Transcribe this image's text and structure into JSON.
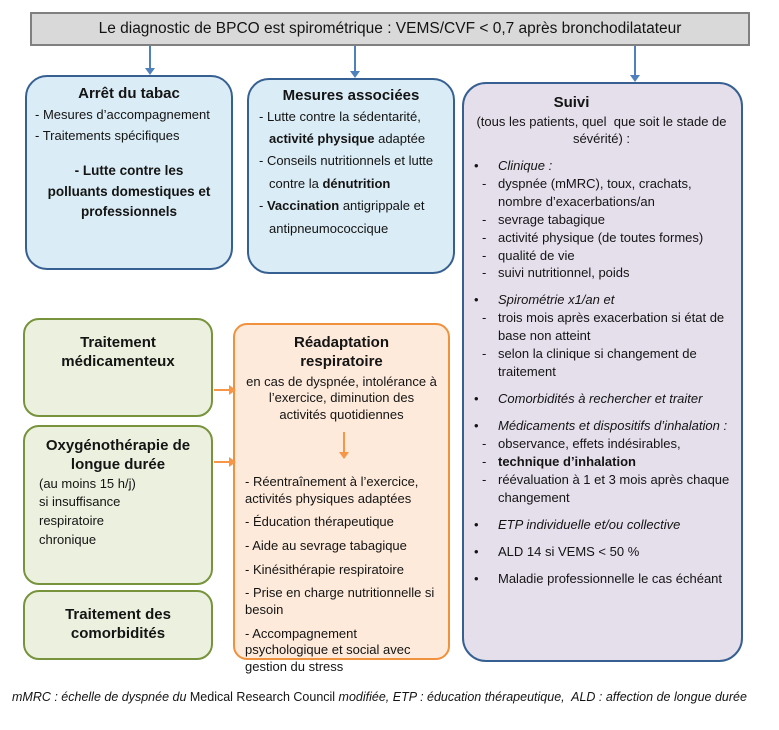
{
  "header": {
    "title": "Le diagnostic de BPCO est spirométrique : VEMS/CVF < 0,7 après bronchodilatateur"
  },
  "boxes": {
    "tabac": {
      "title": "Arrêt du tabac",
      "items": [
        "- Mesures d’accompagnement",
        "- Traitements spécifiques"
      ],
      "highlight": "- Lutte contre les polluants domestiques et professionnels"
    },
    "mesures": {
      "title": "Mesures associées",
      "items": [
        {
          "pre": "- Lutte contre la sédentarité, ",
          "bold": "activité physique",
          "post": " adaptée"
        },
        {
          "pre": "- Conseils nutritionnels et lutte contre la ",
          "bold": "dénutrition",
          "post": ""
        },
        {
          "pre": "- ",
          "bold": "Vaccination",
          "post": " antigrippale et antipneumococcique"
        }
      ]
    },
    "suivi": {
      "title": "Suivi",
      "subtitle": "(tous les patients, quel  que soit le stade de sévérité) :",
      "entries": [
        {
          "m": "•",
          "t": "Clinique :",
          "style": "italic"
        },
        {
          "m": "-",
          "t": "dyspnée (mMRC), toux, crachats, nombre d’exacerbations/an"
        },
        {
          "m": "-",
          "t": "sevrage tabagique"
        },
        {
          "m": "-",
          "t": "activité physique (de toutes formes)"
        },
        {
          "m": "-",
          "t": "qualité de vie"
        },
        {
          "m": "-",
          "t": "suivi nutritionnel, poids"
        },
        {
          "m": "•",
          "t": "Spirométrie x1/an et",
          "style": "italic"
        },
        {
          "m": "-",
          "t": "trois mois après exacerbation si état de base non atteint"
        },
        {
          "m": "-",
          "t": "selon la clinique si changement de traitement"
        },
        {
          "m": "•",
          "t": "Comorbidités à rechercher et traiter",
          "style": "italic"
        },
        {
          "m": "•",
          "t": "Médicaments et dispositifs d’inhalation :",
          "style": "italic"
        },
        {
          "m": "-",
          "t": "observance, effets indésirables,"
        },
        {
          "m": "-",
          "t": "technique d’inhalation",
          "style": "bold"
        },
        {
          "m": "-",
          "t": "réévaluation à 1 et 3 mois après chaque changement"
        },
        {
          "m": "•",
          "t": "ETP individuelle et/ou collective",
          "style": "italic"
        },
        {
          "m": "•",
          "t": "ALD 14 si VEMS < 50 %"
        },
        {
          "m": "•",
          "t": "Maladie professionnelle le cas échéant"
        }
      ]
    },
    "medicamenteux": {
      "title": "Traitement médicamenteux"
    },
    "oxygeno": {
      "title": "Oxygénothérapie de longue durée",
      "lines": [
        "(au moins 15 h/j)",
        "si insuffisance",
        "respiratoire",
        "chronique"
      ]
    },
    "comorbidites": {
      "title": "Traitement des comorbidités"
    },
    "readaptation": {
      "title": "Réadaptation respiratoire",
      "subtitle": "en cas de dyspnée, intolérance à l’exercice, diminution des activités quotidiennes",
      "items": [
        "- Réentraînement à l’exercice, activités physiques adaptées",
        "- Éducation thérapeutique",
        "- Aide au sevrage tabagique",
        "- Kinésithérapie respiratoire",
        "- Prise en charge nutritionnelle si besoin",
        "- Accompagnement psychologique et social avec gestion du stress"
      ]
    }
  },
  "footnote": {
    "part1": "mMRC : échelle de dyspnée du ",
    "part2": "Medical Research Council",
    "part3": " modifiée, ETP : éducation thérapeutique,  ALD : affection de longue durée"
  },
  "colors": {
    "banner_fill": "#d9d9d9",
    "banner_border": "#808080",
    "blue_fill": "#daecf5",
    "blue_border": "#376092",
    "purple_fill": "#e5dfec",
    "green_fill": "#ebf1de",
    "green_border": "#77933c",
    "orange_fill": "#fdeada",
    "orange_border": "#f0913d",
    "arrow_blue": "#4f81bd",
    "arrow_orange": "#f79646"
  }
}
